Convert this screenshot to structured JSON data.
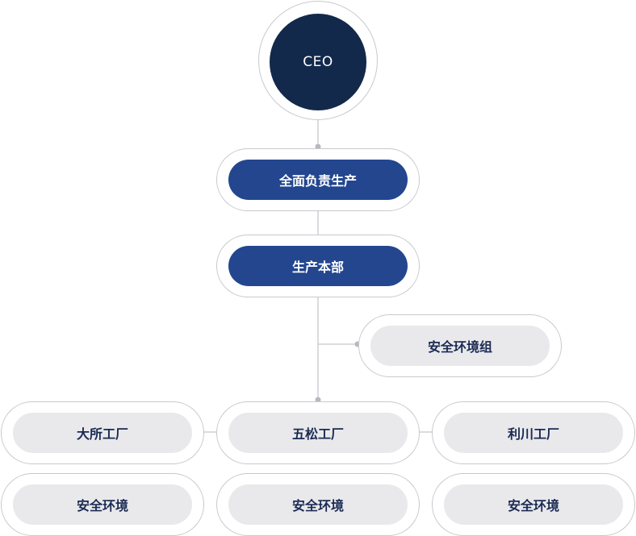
{
  "colors": {
    "ceo_fill": "#13294b",
    "primary_fill": "#23468f",
    "secondary_fill": "#e9e9ec",
    "secondary_text": "#1a2a52",
    "border": "#c7c9ce",
    "connector": "#b6b9c0"
  },
  "ceo": {
    "label": "CEO"
  },
  "level1": {
    "label": "全面负责生产"
  },
  "level2": {
    "label": "生产本部"
  },
  "safety_group": {
    "label": "安全环境组"
  },
  "factories": [
    {
      "name": "大所工厂",
      "unit": "安全环境"
    },
    {
      "name": "五松工厂",
      "unit": "安全环境"
    },
    {
      "name": "利川工厂",
      "unit": "安全环境"
    }
  ]
}
